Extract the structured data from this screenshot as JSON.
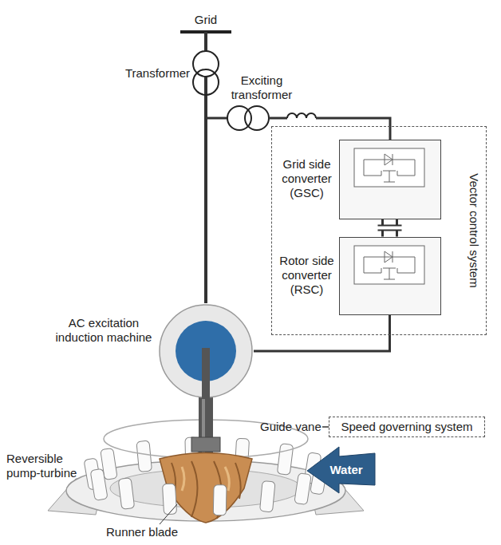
{
  "diagram": {
    "nodes": [
      {
        "text": [
          "Vector control system"
        ]
      },
      {
        "text": [
          "Grid side converter (GSC)"
        ],
        "in": 0
      },
      {
        "text": [
          "Rotor side converter (RSC)"
        ],
        "in": 0
      },
      {
        "text": [
          "AC excitation induction machine"
        ]
      },
      {
        "text": [
          "Speed governing system"
        ]
      }
    ],
    "edges": [
      {
        "from": 1,
        "to": 2,
        "arrow": "none"
      },
      {
        "from": 2,
        "to": 3,
        "arrow": "none"
      }
    ],
    "labels": [
      "Grid",
      "Transformer",
      "Exciting transformer",
      "Guide vane",
      "Reversible pump-turbine",
      "Water",
      "Runner blade"
    ]
  }
}
